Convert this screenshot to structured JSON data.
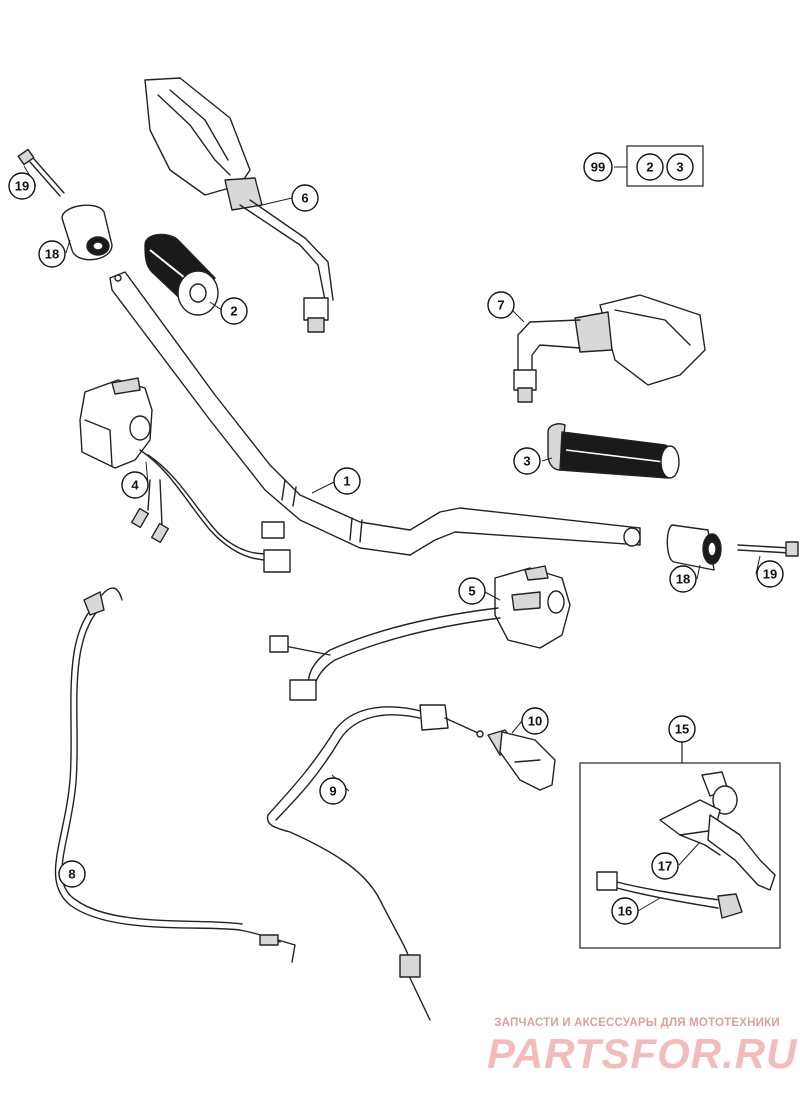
{
  "callouts": {
    "c1": "1",
    "c2": "2",
    "c3": "3",
    "c4": "4",
    "c5": "5",
    "c6": "6",
    "c7": "7",
    "c8": "8",
    "c9": "9",
    "c10": "10",
    "c15": "15",
    "c16": "16",
    "c17": "17",
    "c18a": "18",
    "c18b": "18",
    "c19a": "19",
    "c19b": "19",
    "c99": "99",
    "c99_2": "2",
    "c99_3": "3"
  },
  "watermark": {
    "tagline": "ЗАПЧАСТИ И АКСЕССУАРЫ ДЛЯ МОТОТЕХНИКИ",
    "logo": "PARTSFOR.RU"
  },
  "colors": {
    "line": "#222222",
    "watermark": "#f2bcbc"
  }
}
